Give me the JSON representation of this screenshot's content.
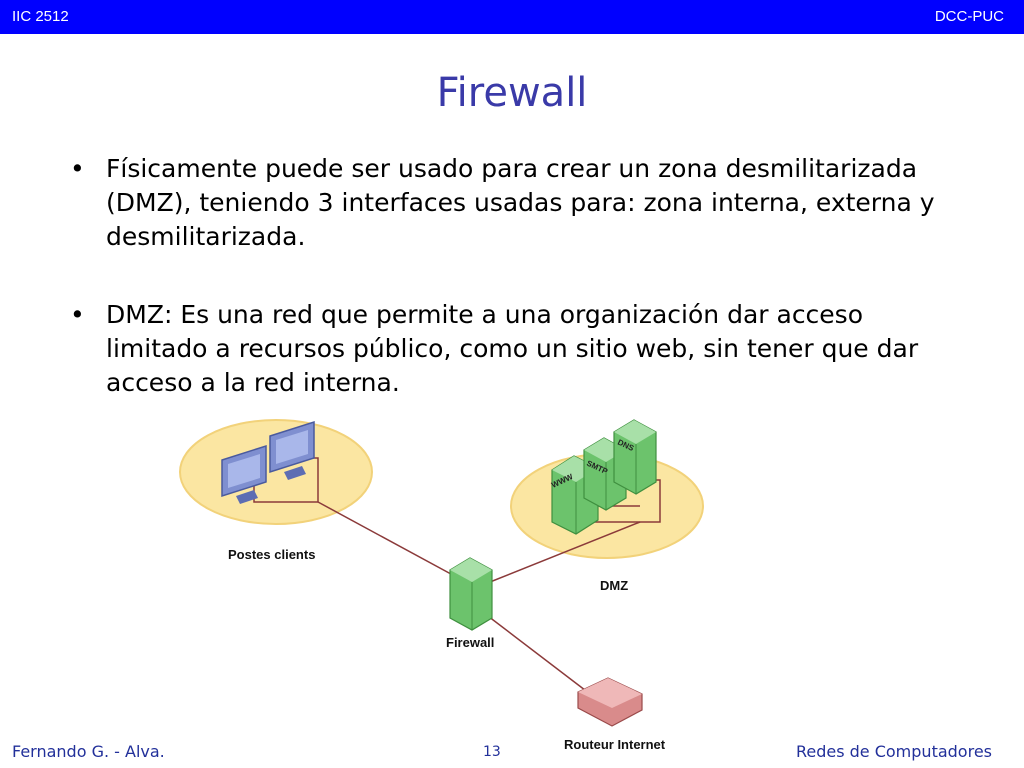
{
  "header": {
    "left": "IIC 2512",
    "right": "DCC-PUC"
  },
  "slide": {
    "title": "Firewall",
    "bullets": [
      "Físicamente puede ser usado para crear un zona desmilitarizada (DMZ), teniendo 3 interfaces usadas para: zona interna, externa y desmilitarizada.",
      "DMZ: Es una red que permite a una organización dar acceso limitado a recursos público, como un sitio web, sin tener que dar acceso a la red interna."
    ],
    "bullet_char": "•"
  },
  "diagram": {
    "clients_label": "Postes clients",
    "dmz_label": "DMZ",
    "firewall_label": "Firewall",
    "router_label": "Routeur Internet",
    "servers": [
      "WWW",
      "SMTP",
      "DNS"
    ],
    "colors": {
      "zone": "#fbe6a2",
      "link": "#8b3a3a",
      "server": "#6cc36c",
      "router": "#d98b8b",
      "monitor": "#7f8fd0"
    }
  },
  "footer": {
    "left": "Fernando G. - Alva. ",
    "page": "13",
    "right": "Redes de Computadores"
  }
}
